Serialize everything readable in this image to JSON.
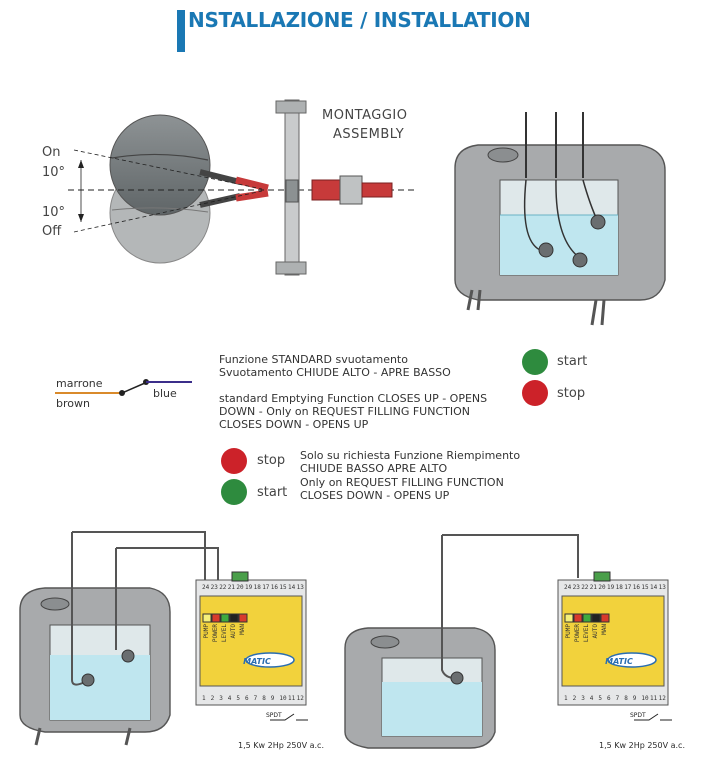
{
  "header": {
    "title": "NSTALLAZIONE / INSTALLATION"
  },
  "float_angles": {
    "on": "On",
    "on_deg": "10°",
    "off_deg": "10°",
    "off": "Off"
  },
  "assembly": {
    "line1": "MONTAGGIO",
    "line2": "ASSEMBLY"
  },
  "wiring": {
    "marrone": "marrone",
    "brown": "brown",
    "blue": "blue"
  },
  "function_standard": {
    "line1": "Funzione STANDARD svuotamento",
    "line2": "Svuotamento CHIUDE ALTO - APRE BASSO",
    "line3": "standard Emptying Function CLOSES UP -  OPENS",
    "line4": "DOWN - Only on REQUEST FILLING FUNCTION",
    "line5": "CLOSES DOWN - OPENS UP"
  },
  "function_request": {
    "line1": "Solo su richiesta Funzione Riempimento",
    "line2": "CHIUDE BASSO APRE ALTO",
    "line3": "Only on REQUEST FILLING FUNCTION",
    "line4": "CLOSES DOWN - OPENS UP"
  },
  "lights_top": {
    "start": "start",
    "stop": "stop",
    "start_color": "#2e8b3e",
    "stop_color": "#cc2229"
  },
  "lights_bottom": {
    "stop": "stop",
    "start": "start",
    "stop_color": "#cc2229",
    "start_color": "#2e8b3e"
  },
  "controller": {
    "brand": "MATIC",
    "top_terminals": [
      "24",
      "23",
      "22",
      "21",
      "20",
      "19",
      "18",
      "17",
      "16",
      "15",
      "14",
      "13"
    ],
    "bottom_terminals": [
      "1",
      "2",
      "3",
      "4",
      "5",
      "6",
      "7",
      "8",
      "9",
      "10",
      "11",
      "12"
    ],
    "indicators": [
      "PUMP",
      "POWER",
      "LEVEL",
      "AUTO",
      "MAN"
    ],
    "spdt": "SPDT",
    "rating": "1,5 Kw 2Hp 250V a.c."
  },
  "colors": {
    "accent": "#1a78b4",
    "tank": "#a7a9ab",
    "water": "#bfe6ef",
    "controller": "#f2d23c",
    "cable_red": "#c73a3a"
  }
}
